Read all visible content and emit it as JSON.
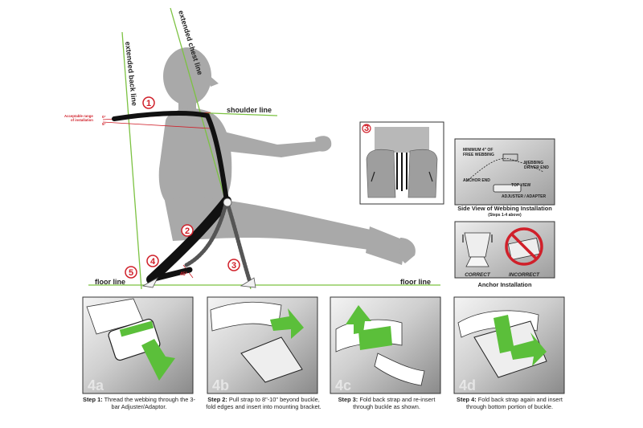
{
  "labels": {
    "extended_back_line": "extended back line",
    "extended_chest_line": "extended chest line",
    "shoulder_line": "shoulder line",
    "floor_line_left": "floor line",
    "floor_line_right": "floor line",
    "acceptable_range_line1": "Acceptable range",
    "acceptable_range_line2": "of installation",
    "angle_upper": "0°",
    "angle_lower": "5°",
    "angle_45": "45°"
  },
  "badges": [
    "1",
    "2",
    "3",
    "4",
    "5",
    "3"
  ],
  "side_view": {
    "title": "Side View of Webbing Installation",
    "subtitle": "(Steps 1-4 above)",
    "minimum_line1": "MINIMUM 4\" OF",
    "minimum_line2": "FREE WEBBING",
    "webbing_line1": "WEBBING",
    "webbing_line2": "DRIVER END",
    "anchor_end": "ANCHOR END",
    "top_view_line1": "TOP VIEW",
    "top_view_line2": "ADJUSTER / ADAPTER"
  },
  "anchor": {
    "title": "Anchor Installation",
    "correct": "CORRECT",
    "incorrect": "INCORRECT"
  },
  "steps": [
    {
      "num": "4a",
      "lead": "Step 1:",
      "text": "Thread the webbing through the 3-bar Adjuster/Adaptor."
    },
    {
      "num": "4b",
      "lead": "Step 2:",
      "text": "Pull strap to 8\"-10\" beyond buckle, fold edges and insert into mounting bracket."
    },
    {
      "num": "4c",
      "lead": "Step 3:",
      "text": "Fold back strap and re-insert through buckle as shown."
    },
    {
      "num": "4d",
      "lead": "Step 4:",
      "text": "Fold back strap again and insert through bottom portion of buckle."
    }
  ],
  "colors": {
    "guide_green": "#7cc242",
    "accent_red": "#d0202a",
    "figure_gray": "#a9a9a9",
    "arrow_green": "#5bbf3a"
  }
}
